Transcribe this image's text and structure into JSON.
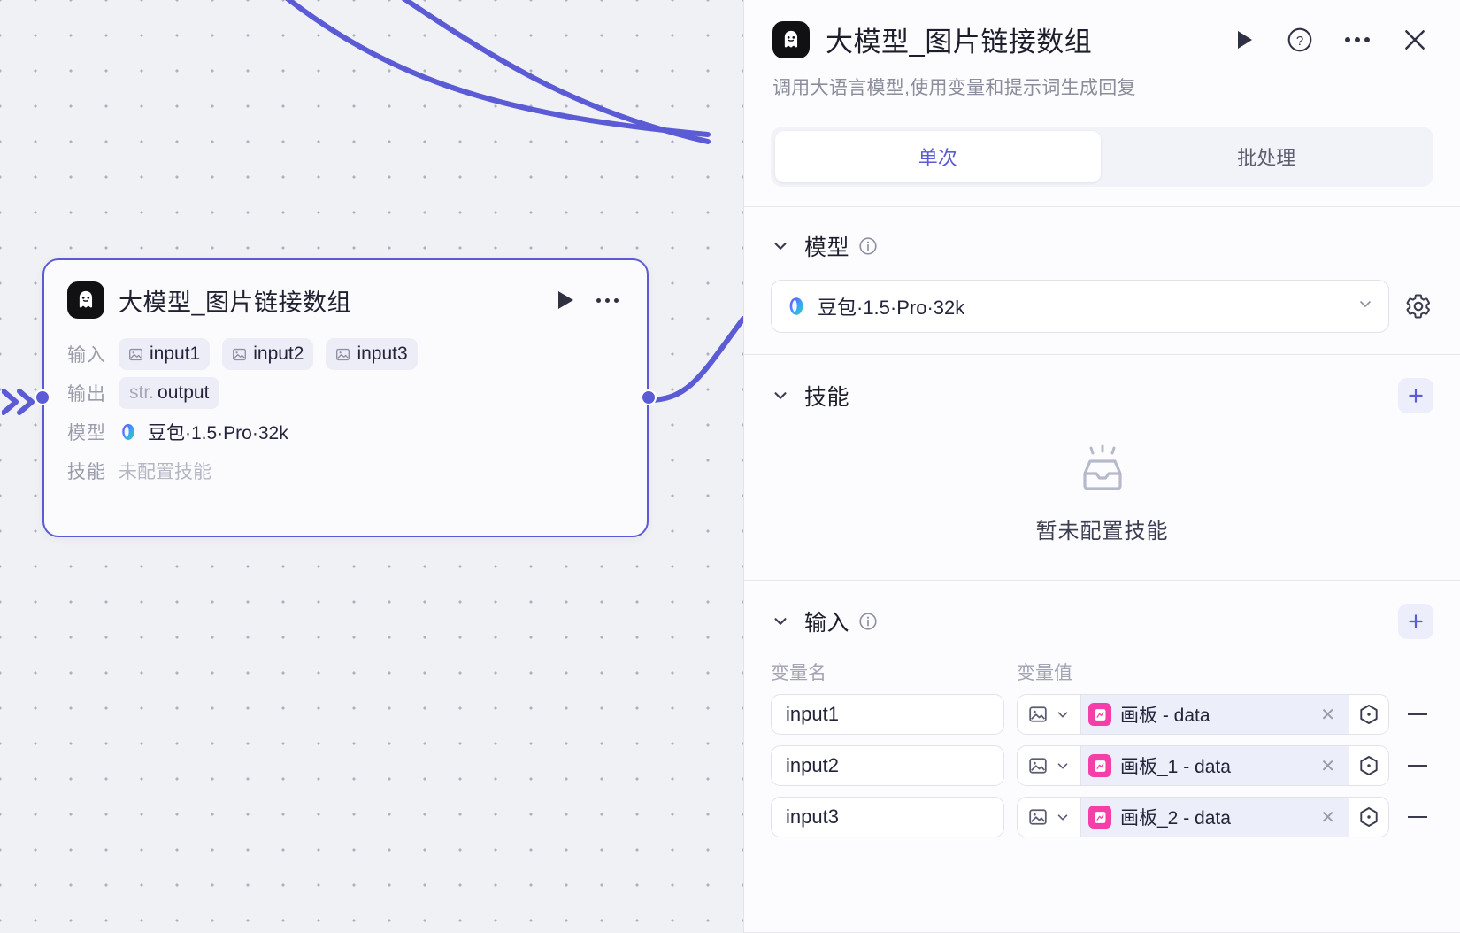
{
  "canvas": {
    "node": {
      "title": "大模型_图片链接数组",
      "icon": "ghost-icon",
      "rows": {
        "input_label": "输入",
        "inputs": [
          "input1",
          "input2",
          "input3"
        ],
        "output_label": "输出",
        "output_type": "str.",
        "output_name": "output",
        "model_label": "模型",
        "model_value": "豆包·1.5·Pro·32k",
        "skill_label": "技能",
        "skill_value": "未配置技能"
      }
    },
    "accent_color": "#5b5bd6",
    "background_color": "#f0f1f4"
  },
  "panel": {
    "title": "大模型_图片链接数组",
    "subtitle": "调用大语言模型,使用变量和提示词生成回复",
    "tabs": [
      {
        "label": "单次",
        "active": true
      },
      {
        "label": "批处理",
        "active": false
      }
    ],
    "model_section": {
      "title": "模型",
      "selected": "豆包·1.5·Pro·32k"
    },
    "skills_section": {
      "title": "技能",
      "empty_text": "暂未配置技能",
      "add_label": "+"
    },
    "input_section": {
      "title": "输入",
      "add_label": "+",
      "col_name": "变量名",
      "col_value": "变量值",
      "rows": [
        {
          "name": "input1",
          "value": "画板 - data"
        },
        {
          "name": "input2",
          "value": "画板_1 - data"
        },
        {
          "name": "input3",
          "value": "画板_2 - data"
        }
      ],
      "token_color": "#f53fa8"
    }
  }
}
